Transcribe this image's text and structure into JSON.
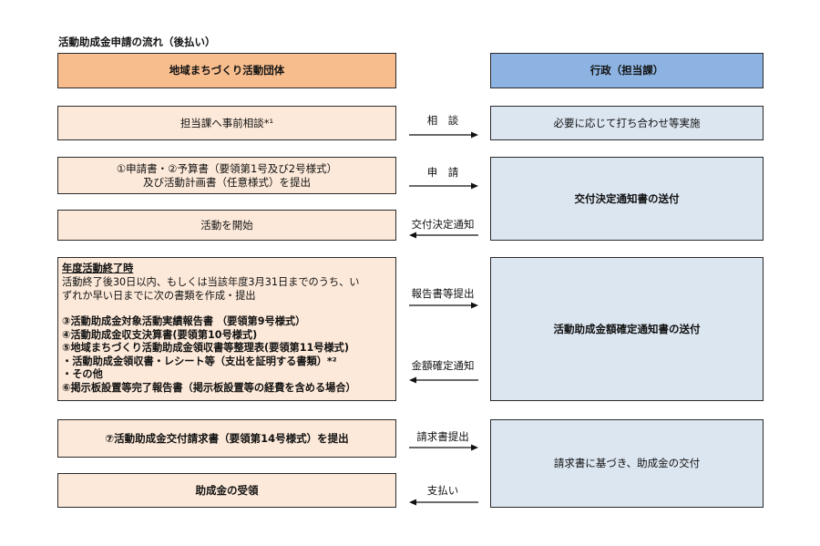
{
  "title": "活動助成金申請の流れ（後払い）",
  "headers": {
    "left": "地域まちづくり活動団体",
    "right": "行政（担当課）"
  },
  "left_steps": [
    "担当課へ事前相談*¹",
    "①申請書・②予算書（要領第1号及び2号様式）",
    "及び活動計画書（任意様式）を提出",
    "活動を開始",
    "⑦活動助成金交付請求書（要領第14号様式）を提出",
    "助成金の受領"
  ],
  "year_end": {
    "heading": "年度活動終了時",
    "lines": [
      "活動終了後30日以内、もしくは当該年度3月31日までのうち、い",
      "ずれか早い日までに次の書類を作成・提出",
      "③活動助成金対象活動実績報告書 （要領第9号様式）",
      "④活動助成金収支決算書(要領第10号様式)",
      "⑤地域まちづくり活動助成金領収書等整理表(要領第11号様式)",
      "・活動助成金領収書・レシート等（支出を証明する書類）*²",
      "・その他",
      "⑥掲示板設置等完了報告書（掲示板設置等の経費を含める場合）"
    ]
  },
  "right_steps": [
    "必要に応じて打ち合わせ等実施",
    "交付決定通知書の送付",
    "活動助成金額確定通知書の送付",
    "請求書に基づき、助成金の交付"
  ],
  "arrows": [
    {
      "label": "相　談",
      "direction": "right"
    },
    {
      "label": "申　請",
      "direction": "right"
    },
    {
      "label": "交付決定通知",
      "direction": "left"
    },
    {
      "label": "報告書等提出",
      "direction": "right"
    },
    {
      "label": "金額確定通知",
      "direction": "left"
    },
    {
      "label": "請求書提出",
      "direction": "right"
    },
    {
      "label": "支払い",
      "direction": "left"
    }
  ]
}
